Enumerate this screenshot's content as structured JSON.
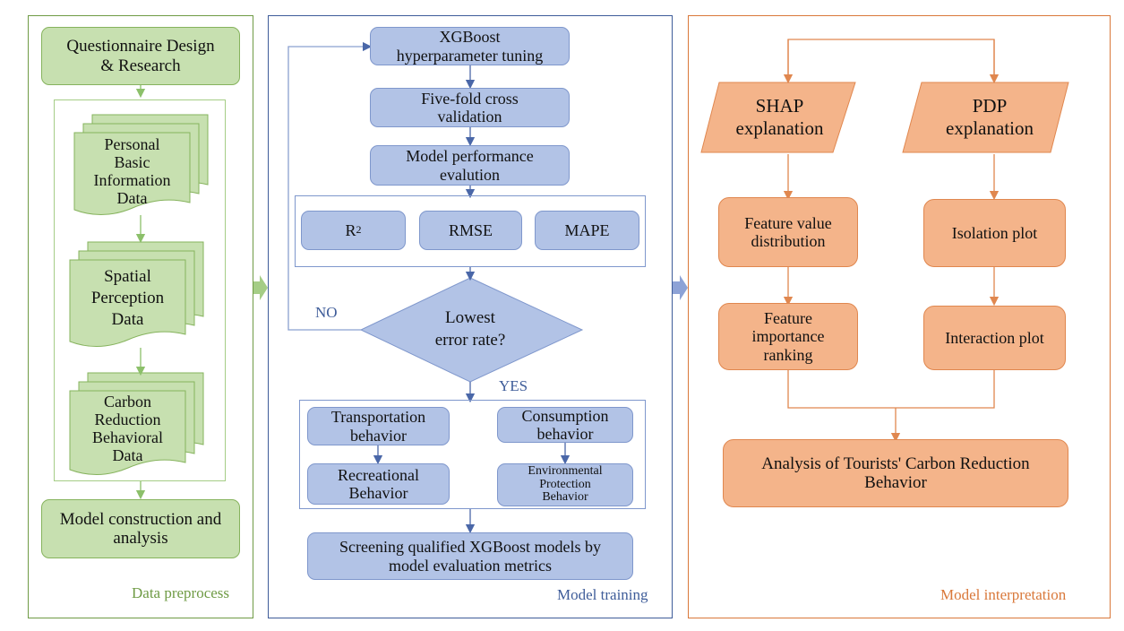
{
  "colors": {
    "green": "#6f9b45",
    "blue": "#3e5c99",
    "orange": "#d9783a"
  },
  "panels": {
    "data_preprocess": {
      "label": "Data preprocess",
      "questionnaire": "Questionnaire Design\n& Research",
      "doc_personal": "Personal\nBasic\nInformation\nData",
      "doc_spatial": "Spatial\nPerception\nData",
      "doc_carbon": "Carbon\nReduction\nBehavioral\nData",
      "model_construction": "Model construction and\nanalysis"
    },
    "model_training": {
      "label": "Model training",
      "tuning": "XGBoost\nhyperparameter tuning",
      "cross_validation": "Five-fold cross\nvalidation",
      "performance": "Model performance\nevalution",
      "metric_r2": "R",
      "metric_r2_sup": "2",
      "metric_rmse": "RMSE",
      "metric_mape": "MAPE",
      "decision": "Lowest\nerror rate?",
      "no_label": "NO",
      "yes_label": "YES",
      "transportation": "Transportation\nbehavior",
      "recreational": "Recreational\nBehavior",
      "consumption": "Consumption\nbehavior",
      "environmental": "Environmental\nProtection\nBehavior",
      "screening": "Screening qualified XGBoost models by\nmodel evaluation metrics"
    },
    "model_interpretation": {
      "label": "Model interpretation",
      "shap": "SHAP\nexplanation",
      "pdp": "PDP\nexplanation",
      "feature_value": "Feature value\ndistribution",
      "isolation": "Isolation plot",
      "feature_importance": "Feature\nimportance\nranking",
      "interaction": "Interaction plot",
      "analysis": "Analysis of Tourists' Carbon Reduction\nBehavior"
    }
  }
}
